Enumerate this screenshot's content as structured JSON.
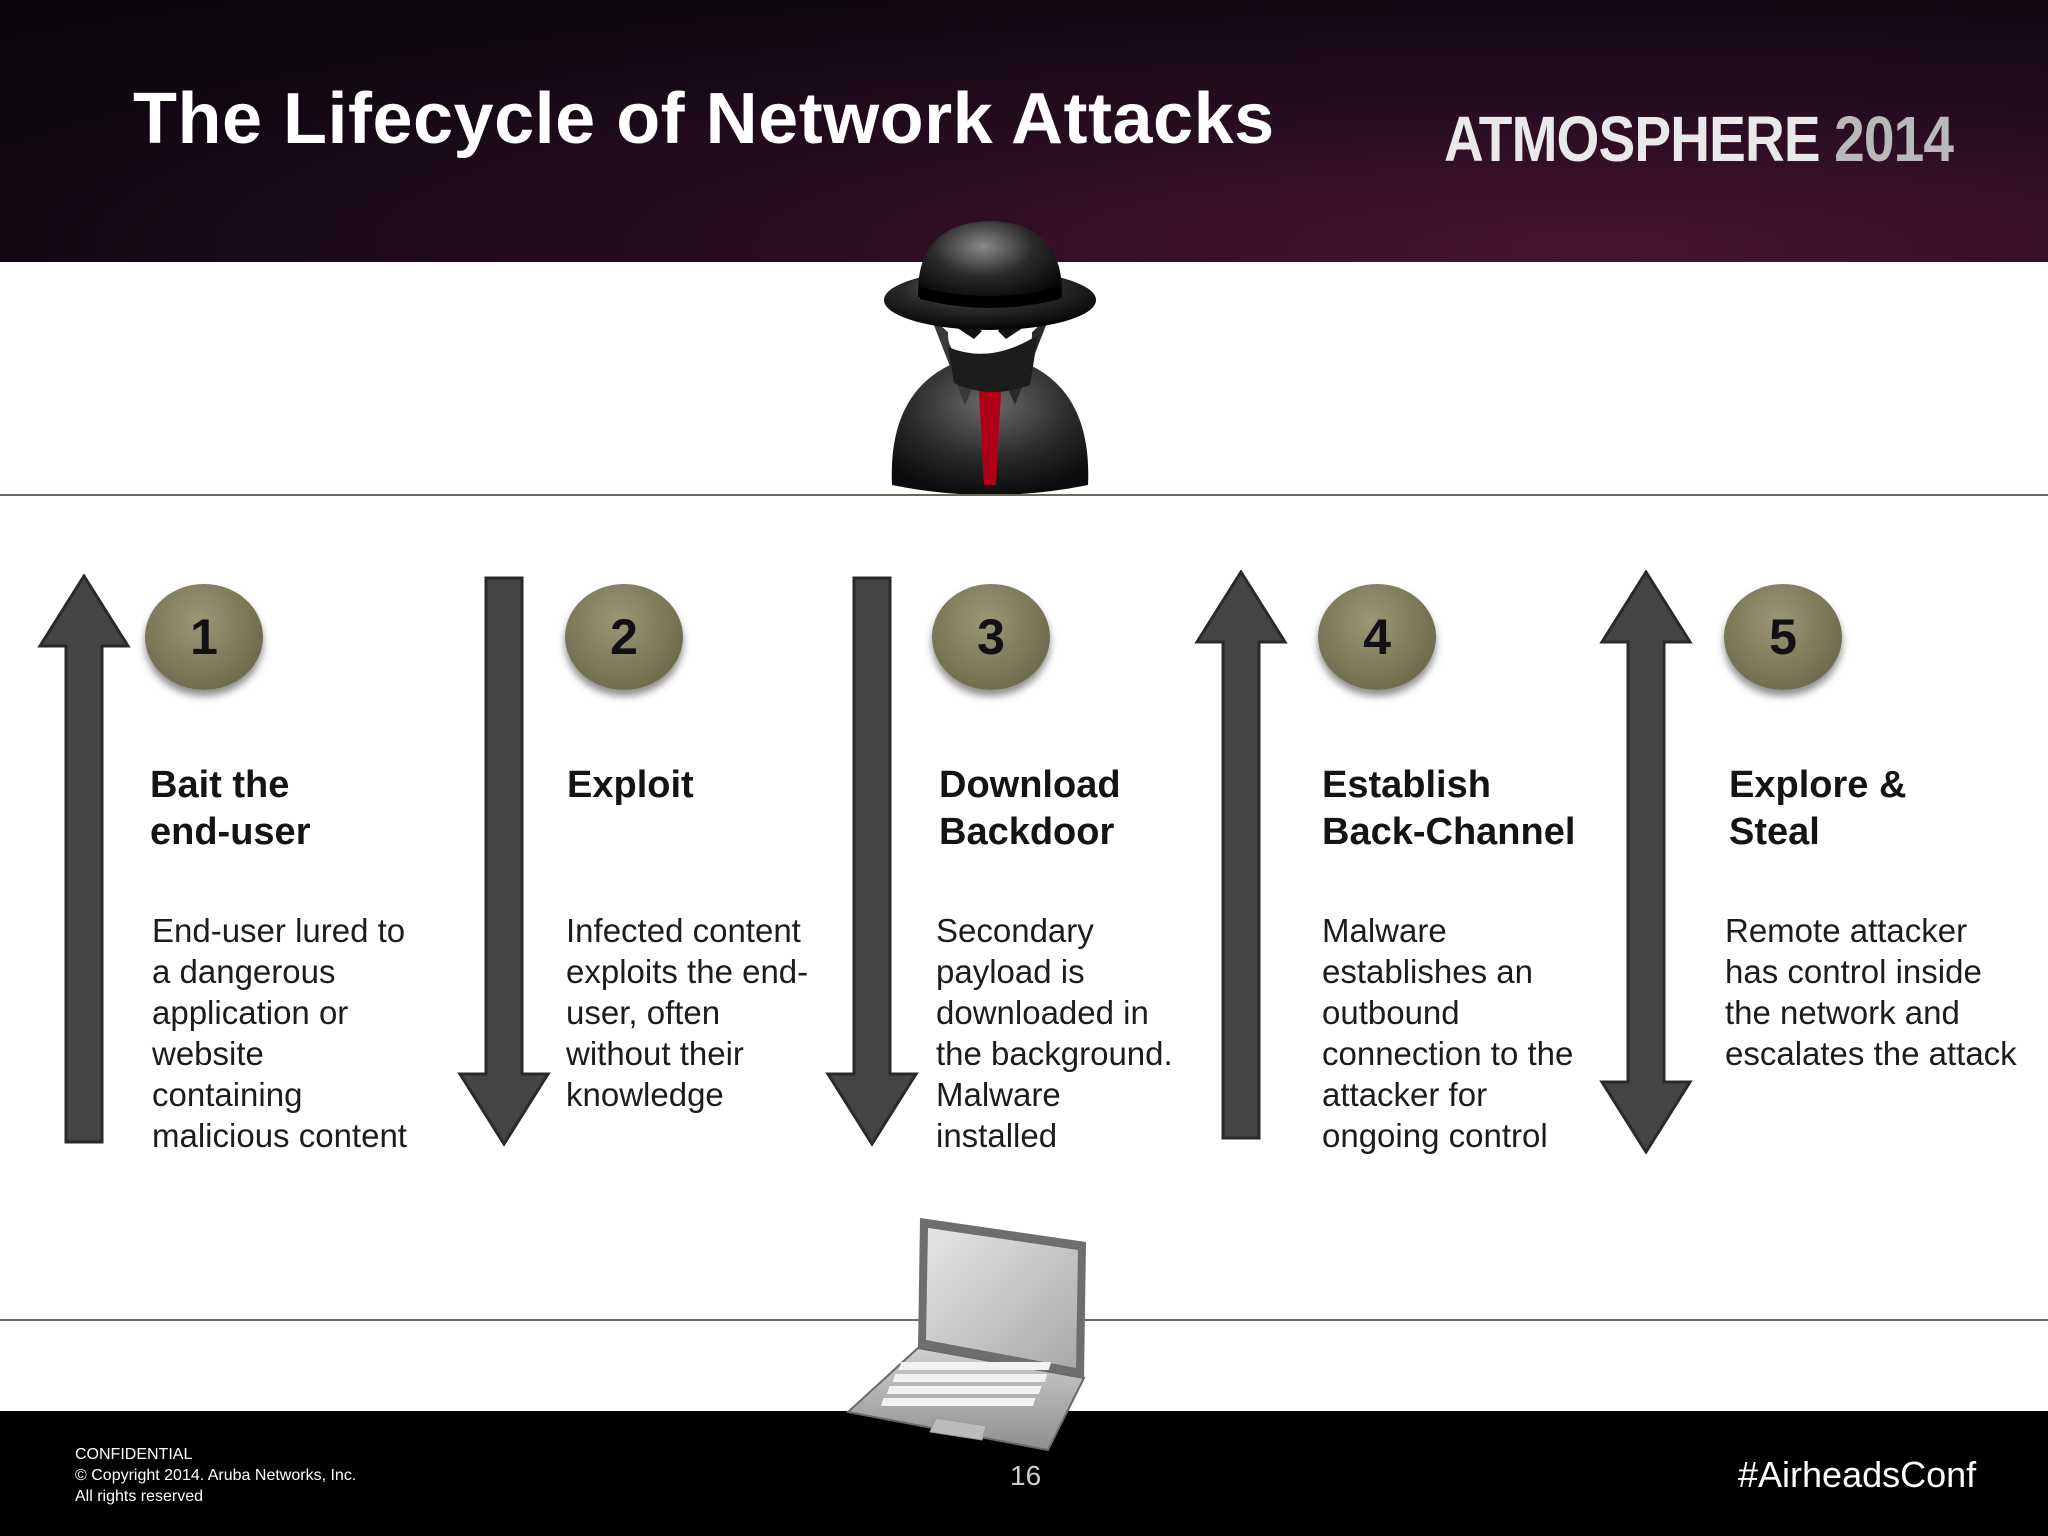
{
  "slide": {
    "title": "The Lifecycle of Network Attacks",
    "brand": {
      "word": "ATMOSPHERE",
      "year": "2014"
    }
  },
  "steps": [
    {
      "number": "1",
      "title": "Bait the\nend-user",
      "text": "End-user lured to\na dangerous\napplication or\nwebsite\ncontaining\nmalicious content",
      "arrow": "up"
    },
    {
      "number": "2",
      "title": "Exploit",
      "text": "Infected content\nexploits the end-\nuser, often\nwithout their\nknowledge",
      "arrow": "down"
    },
    {
      "number": "3",
      "title": "Download\nBackdoor",
      "text": "Secondary\npayload is\ndownloaded in\nthe background.\nMalware\ninstalled",
      "arrow": "down"
    },
    {
      "number": "4",
      "title": "Establish\nBack-Channel",
      "text": "Malware\nestablishes an\noutbound\nconnection to the\nattacker for\nongoing control",
      "arrow": "up"
    },
    {
      "number": "5",
      "title": "Explore &\nSteal",
      "text": "Remote attacker\nhas control inside\nthe network and\nescalates the attack",
      "arrow": "both"
    }
  ],
  "footer": {
    "confidential": "CONFIDENTIAL\n© Copyright 2014. Aruba Networks, Inc.\nAll rights reserved",
    "page_number": "16",
    "hashtag": "#AirheadsConf"
  },
  "colors": {
    "arrow_fill": "#444446",
    "badge": "#7b7858",
    "header_bg": "#1a0a18",
    "footer_bg": "#000000"
  }
}
